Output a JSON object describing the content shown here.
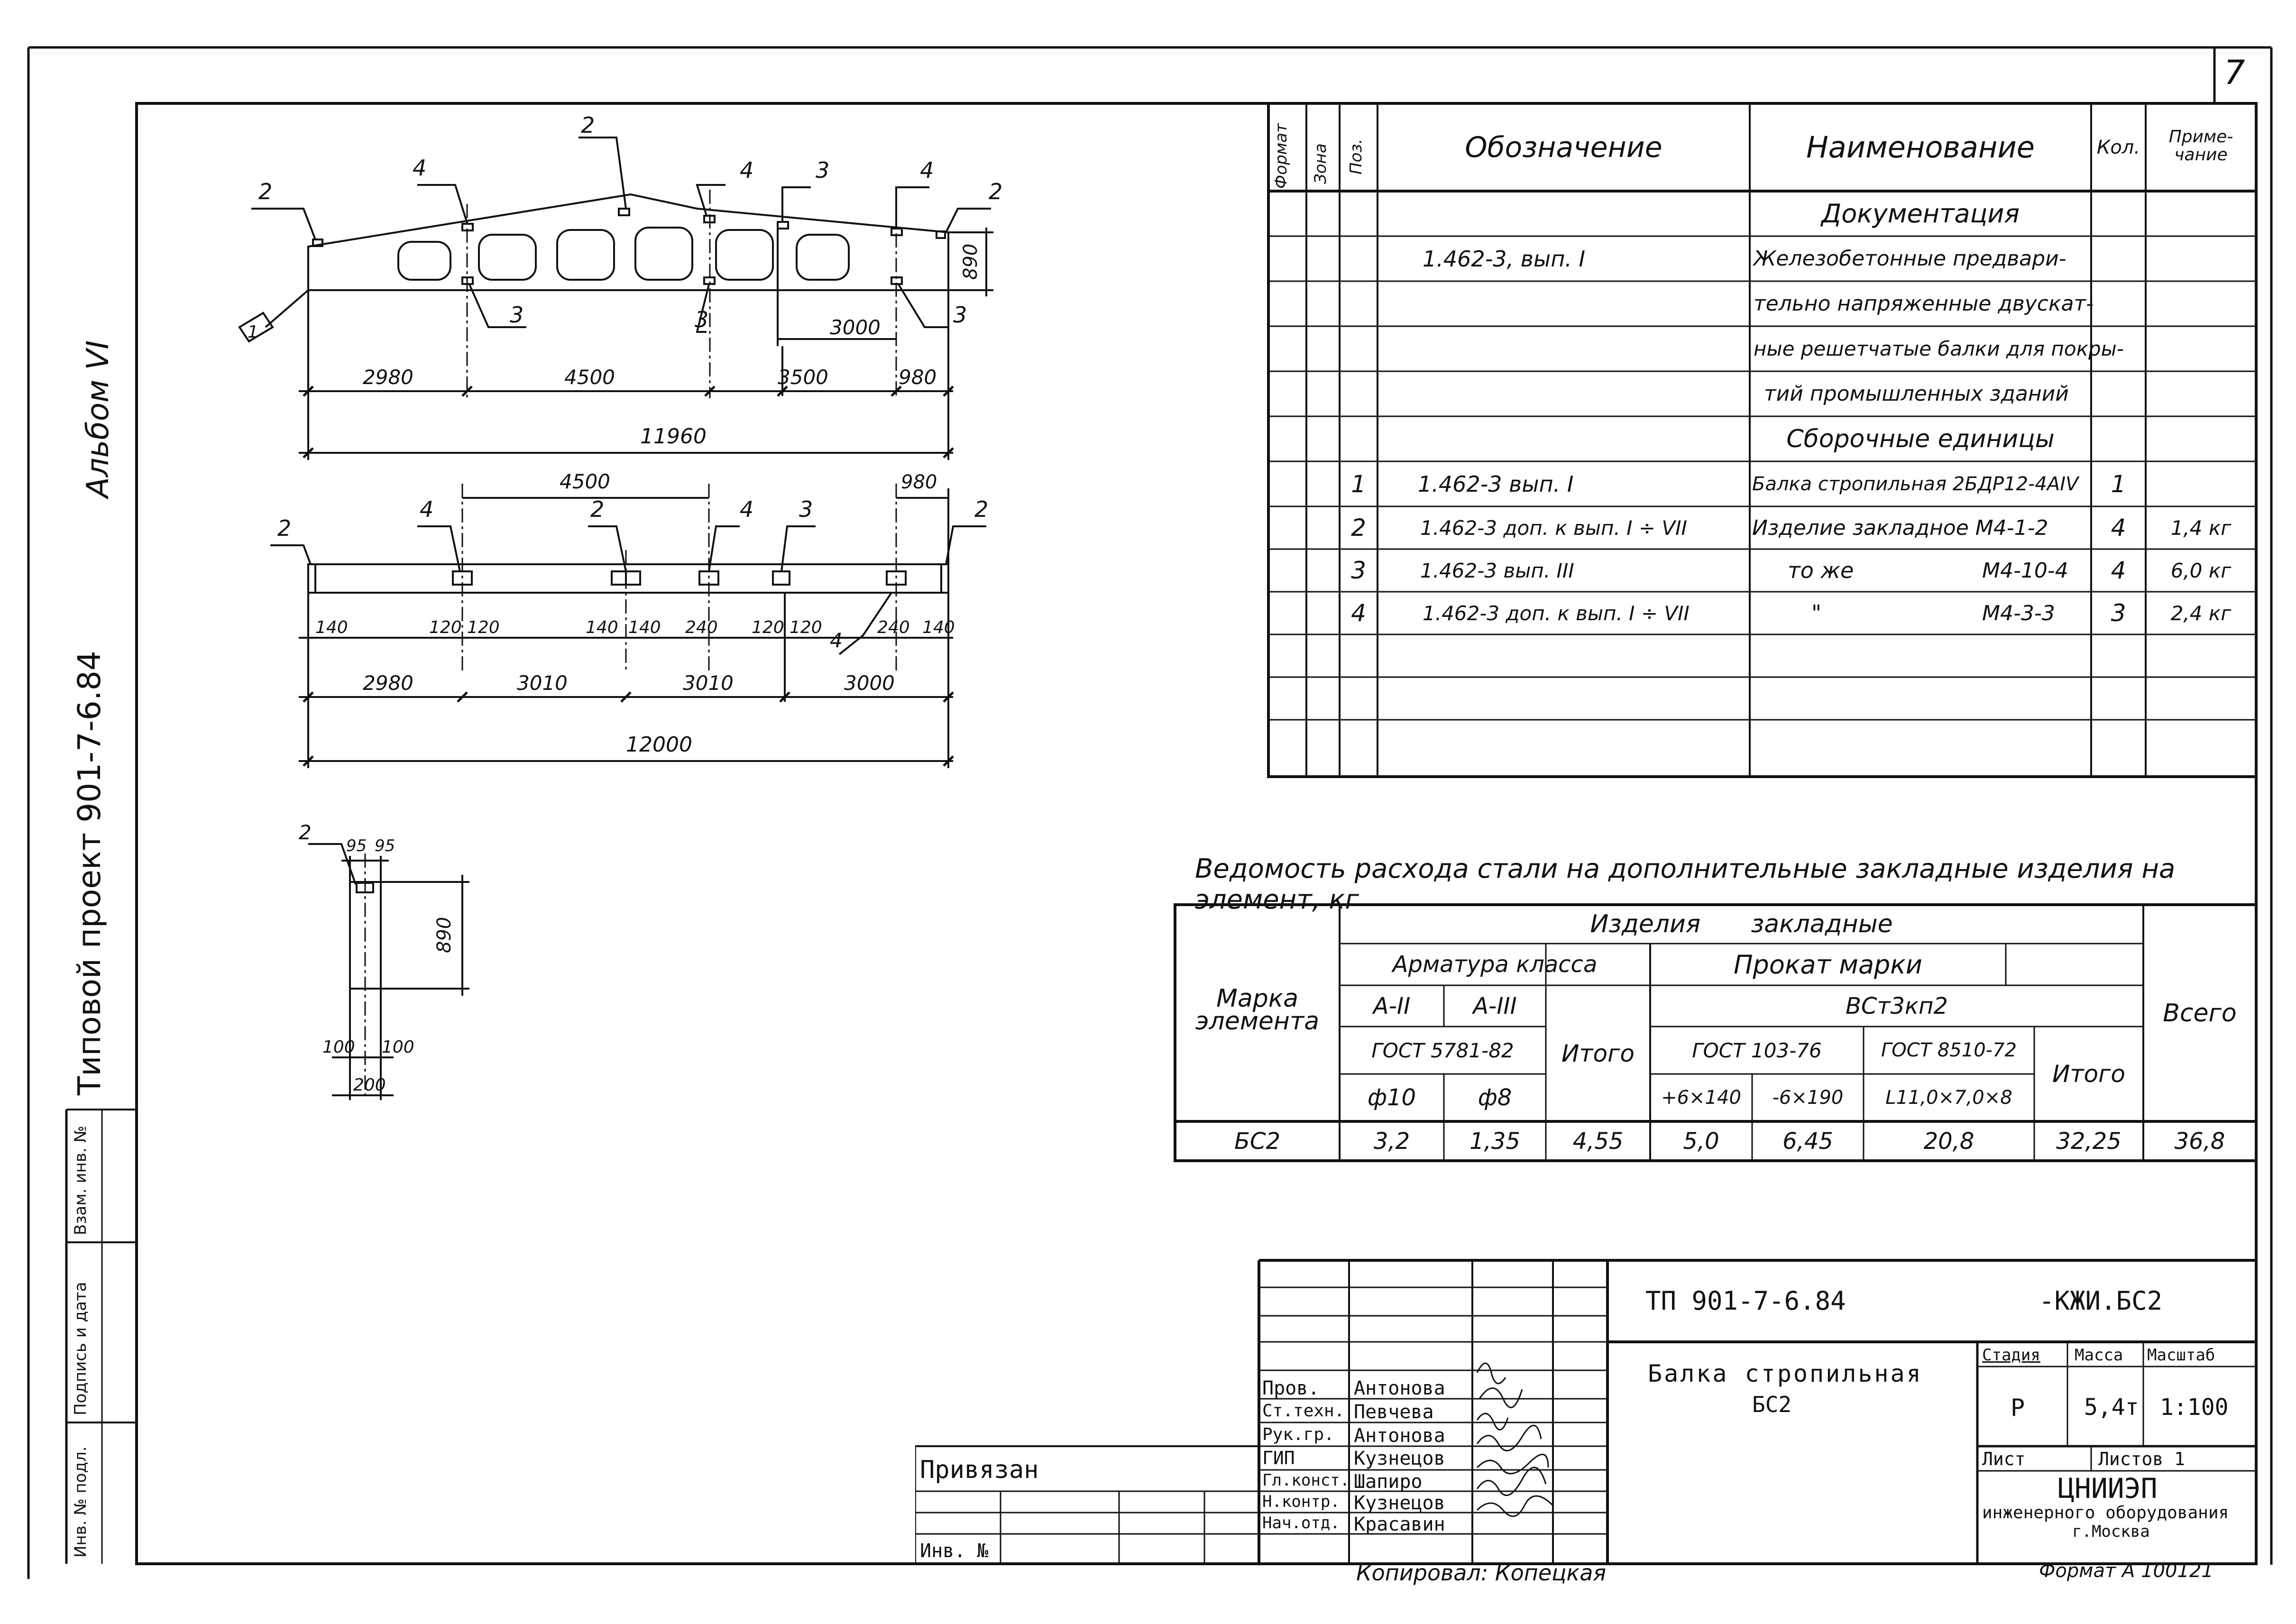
{
  "sheet": {
    "number": "7",
    "side_album": "Альбом VI",
    "side_project": "Типовой проект 901-7-6.84",
    "side_fields": [
      "Инв. № подл.",
      "Подпись и дата",
      "Взам. инв. №"
    ],
    "copied_by": "Копировал: Копецкая",
    "format": "Формат А 100121"
  },
  "drawing_elevation": {
    "positions": [
      "2",
      "4",
      "2",
      "4",
      "3",
      "4",
      "2",
      "3",
      "3",
      "3",
      "1"
    ],
    "dims": [
      "2980",
      "4500",
      "3500",
      "980",
      "3000",
      "890",
      "11960"
    ]
  },
  "drawing_plan": {
    "positions": [
      "2",
      "4",
      "2",
      "4",
      "3",
      "2",
      "4"
    ],
    "dims_top": [
      "4500",
      "980"
    ],
    "dims_small": [
      "140",
      "120",
      "120",
      "140",
      "140",
      "240",
      "120",
      "120",
      "240",
      "140"
    ],
    "dims": [
      "2980",
      "3010",
      "3010",
      "3000",
      "12000"
    ]
  },
  "drawing_section": {
    "labels": [
      "2",
      "95",
      "95",
      "890",
      "100",
      "100",
      "200"
    ]
  },
  "spec_table": {
    "headers": [
      "Формат",
      "Зона",
      "Поз.",
      "Обозначение",
      "Наименование",
      "Кол.",
      "Приме-чание"
    ],
    "section_doc": "Документация",
    "doc_ref": "1.462-3, вып. I",
    "doc_name": [
      "Железобетонные предвари-",
      "тельно напряженные двускат-",
      "ные решетчатые балки для покры-",
      "тий промышленных зданий"
    ],
    "section_units": "Сборочные единицы",
    "rows": [
      {
        "pos": "1",
        "ref": "1.462-3 вып. I",
        "name": "Балка стропильная 2БДР12-4АIV",
        "qty": "1",
        "note": ""
      },
      {
        "pos": "2",
        "ref": "1.462-3 доп. к вып. I ÷ VII",
        "name": "Изделие закладное М4-1-2",
        "qty": "4",
        "note": "1,4 кг"
      },
      {
        "pos": "3",
        "ref": "1.462-3 вып. III",
        "name": "то же",
        "name2": "М4-10-4",
        "qty": "4",
        "note": "6,0 кг"
      },
      {
        "pos": "4",
        "ref": "1.462-3 доп. к вып. I ÷ VII",
        "name": "\"",
        "name2": "М4-3-3",
        "qty": "3",
        "note": "2,4 кг"
      }
    ]
  },
  "steel_table": {
    "caption": "Ведомость расхода стали на дополнительные закладные изделия на элемент, кг",
    "h_mark": "Марка элемента",
    "h_items": "Изделия закладные",
    "h_rebar": "Арматура класса",
    "h_rolled": "Прокат марки",
    "h_total_all": "Всего",
    "h_a2": "А-II",
    "h_a3": "А-III",
    "h_gost_rebar": "ГОСТ 5781-82",
    "h_itogo1": "Итого",
    "h_steel": "ВСт3кп2",
    "h_gost1": "ГОСТ 103-76",
    "h_gost2": "ГОСТ 8510-72",
    "h_itogo2": "Итого",
    "h_d10": "ф10",
    "h_d8": "ф8",
    "h_s1": "+6×140",
    "h_s2": "-6×190",
    "h_s3": "L11,0×7,0×8",
    "row": {
      "mark": "БС2",
      "a2": "3,2",
      "a3": "1,35",
      "t1": "4,55",
      "s1": "5,0",
      "s2": "6,45",
      "s3": "20,8",
      "t2": "32,25",
      "total": "36,8"
    }
  },
  "title_block": {
    "code": "ТП 901-7-6.84",
    "code2": "-КЖИ.БС2",
    "name1": "Балка стропильная",
    "name2": "БС2",
    "stage_h": "Стадия",
    "mass_h": "Масса",
    "scale_h": "Масштаб",
    "stage": "Р",
    "mass": "5,4т",
    "scale": "1:100",
    "sheet": "Лист",
    "sheets": "Листов 1",
    "org1": "ЦНИИЭП",
    "org2": "инженерного оборудования",
    "org3": "г.Москва",
    "bound": "Привязан",
    "inv": "Инв. №",
    "roles": [
      "Пров.",
      "Ст.техн.",
      "Рук.гр.",
      "ГИП",
      "Гл.конст.",
      "Н.контр.",
      "Нач.отд."
    ],
    "names": [
      "Антонова",
      "Певчева",
      "Антонова",
      "Кузнецов",
      "Шапиро",
      "Кузнецов",
      "Красавин"
    ]
  }
}
